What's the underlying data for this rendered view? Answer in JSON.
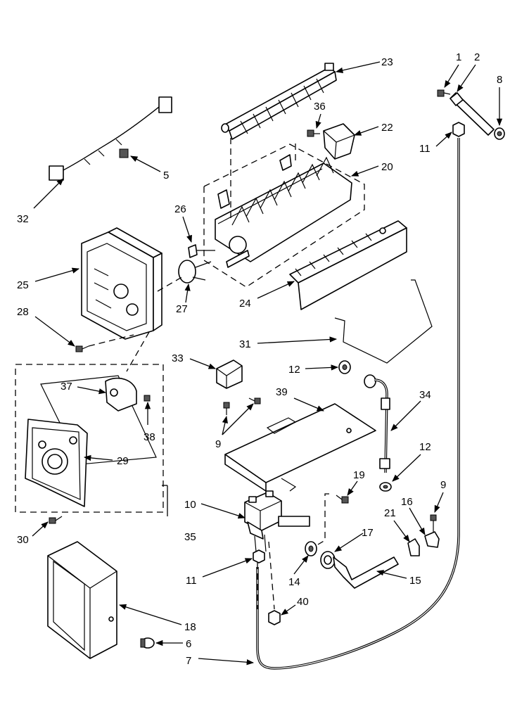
{
  "callouts": [
    {
      "id": "c1",
      "label": "1"
    },
    {
      "id": "c2",
      "label": "2"
    },
    {
      "id": "c8",
      "label": "8"
    },
    {
      "id": "c11a",
      "label": "11"
    },
    {
      "id": "c23",
      "label": "23"
    },
    {
      "id": "c36",
      "label": "36"
    },
    {
      "id": "c22",
      "label": "22"
    },
    {
      "id": "c20",
      "label": "20"
    },
    {
      "id": "c5",
      "label": "5"
    },
    {
      "id": "c32",
      "label": "32"
    },
    {
      "id": "c26",
      "label": "26"
    },
    {
      "id": "c25",
      "label": "25"
    },
    {
      "id": "c27",
      "label": "27"
    },
    {
      "id": "c28",
      "label": "28"
    },
    {
      "id": "c24",
      "label": "24"
    },
    {
      "id": "c31",
      "label": "31"
    },
    {
      "id": "c33",
      "label": "33"
    },
    {
      "id": "c12a",
      "label": "12"
    },
    {
      "id": "c37",
      "label": "37"
    },
    {
      "id": "c39",
      "label": "39"
    },
    {
      "id": "c34",
      "label": "34"
    },
    {
      "id": "c38",
      "label": "38"
    },
    {
      "id": "c9a",
      "label": "9"
    },
    {
      "id": "c29",
      "label": "29"
    },
    {
      "id": "c12b",
      "label": "12"
    },
    {
      "id": "c19",
      "label": "19"
    },
    {
      "id": "c9b",
      "label": "9"
    },
    {
      "id": "c10",
      "label": "10"
    },
    {
      "id": "c21",
      "label": "21"
    },
    {
      "id": "c16",
      "label": "16"
    },
    {
      "id": "c35",
      "label": "35"
    },
    {
      "id": "c30",
      "label": "30"
    },
    {
      "id": "c17",
      "label": "17"
    },
    {
      "id": "c11b",
      "label": "11"
    },
    {
      "id": "c14",
      "label": "14"
    },
    {
      "id": "c15",
      "label": "15"
    },
    {
      "id": "c40",
      "label": "40"
    },
    {
      "id": "c18",
      "label": "18"
    },
    {
      "id": "c6",
      "label": "6"
    },
    {
      "id": "c7",
      "label": "7"
    }
  ]
}
